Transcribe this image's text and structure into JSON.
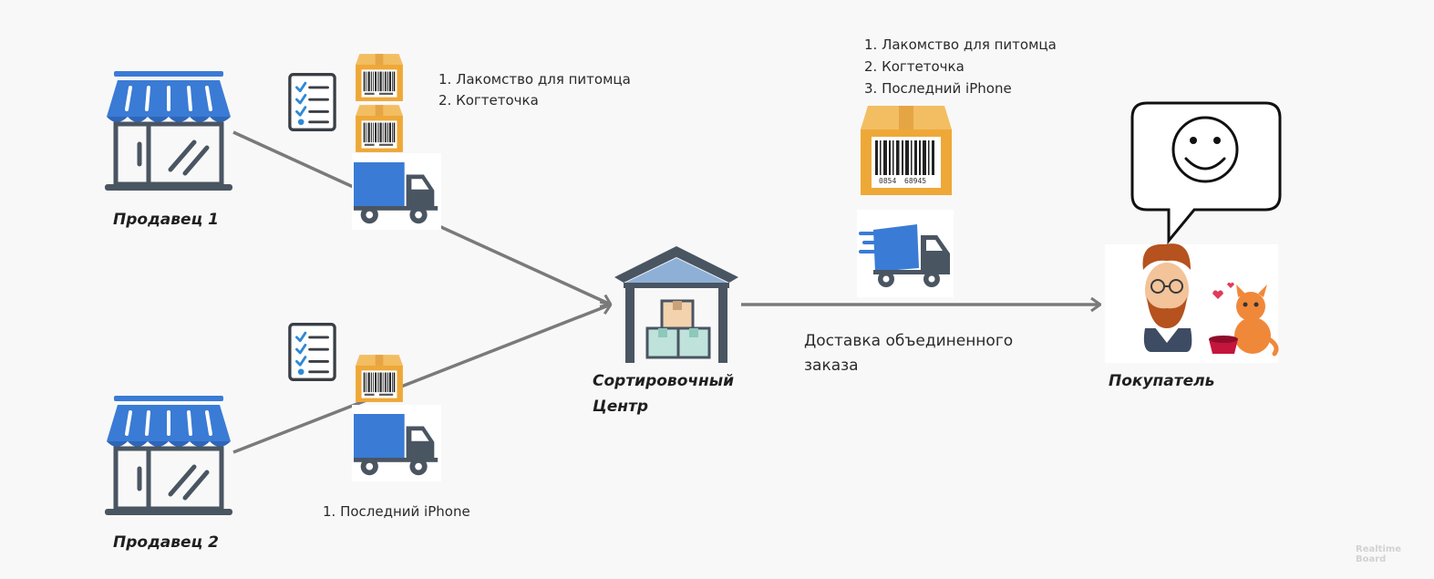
{
  "nodes": {
    "seller1": "Продавец 1",
    "seller2": "Продавец 2",
    "sorting_line1": "Сортировочный",
    "sorting_line2": "Центр",
    "buyer": "Покупатель"
  },
  "seller1_items": [
    "1. Лакомство для питомца",
    "2. Когтеточка"
  ],
  "seller2_items": [
    "1. Последний iPhone"
  ],
  "combined_items": [
    "1. Лакомство для питомца",
    "2. Когтеточка",
    "3. Последний iPhone"
  ],
  "edge_label": {
    "line1": "Доставка объединенного",
    "line2": "заказа"
  },
  "barcode_number": {
    "left": "0854",
    "right": "68945"
  },
  "watermark": {
    "line1": "Realtime",
    "line2": "Board"
  },
  "icons": [
    "shop-icon",
    "checklist-icon",
    "parcel-icon",
    "truck-icon",
    "fast-truck-icon",
    "warehouse-icon",
    "speech-bubble-icon",
    "smiley-icon",
    "buyer-avatar-icon",
    "cat-icon"
  ],
  "colors": {
    "shop_blue": "#3a7bd5",
    "truck_blue": "#3a7bd5",
    "dark": "#4a5562",
    "box": "#f0b34a",
    "arrow": "#7a7a7a"
  }
}
